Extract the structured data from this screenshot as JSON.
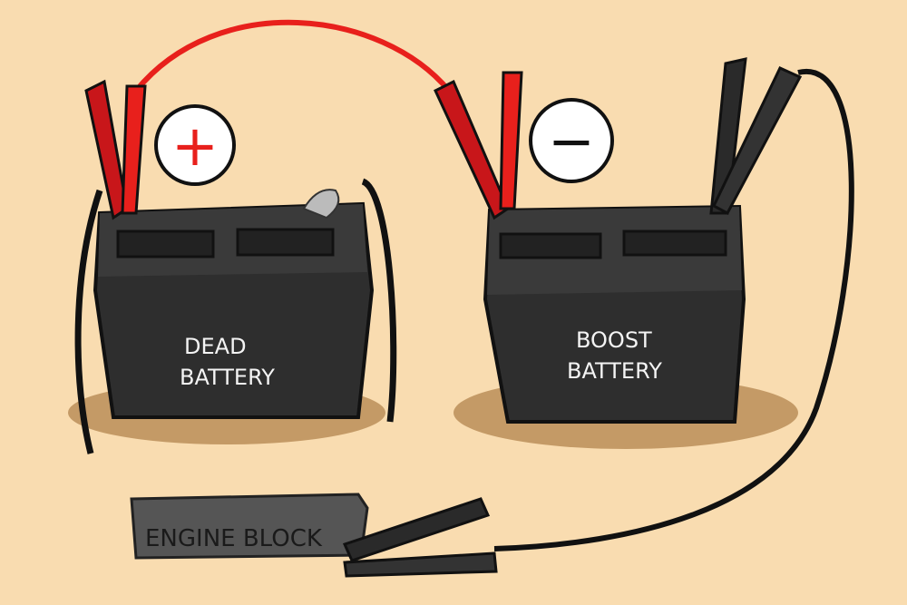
{
  "colors": {
    "background": "#f9dcb0",
    "battery": "#2b2b2b",
    "positive_cable": "#e8201c",
    "negative_cable": "#111111",
    "shadow": "#c49a66"
  },
  "dead_battery": {
    "line1": "DEAD",
    "line2": "BATTERY"
  },
  "boost_battery": {
    "line1": "BOOST",
    "line2": "BATTERY"
  },
  "engine_block": {
    "label": "ENGINE BLOCK"
  },
  "symbols": {
    "positive": "+",
    "negative": "−"
  }
}
